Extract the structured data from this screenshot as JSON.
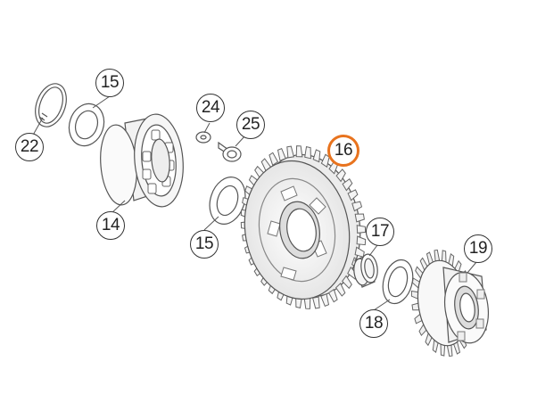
{
  "diagram": {
    "highlight_color": "#e8731e",
    "line_color": "#555555",
    "callouts": {
      "c22": "22",
      "c15a": "15",
      "c14": "14",
      "c24": "24",
      "c25": "25",
      "c16": "16",
      "c15b": "15",
      "c17": "17",
      "c18": "18",
      "c19": "19"
    },
    "highlighted": "16"
  }
}
